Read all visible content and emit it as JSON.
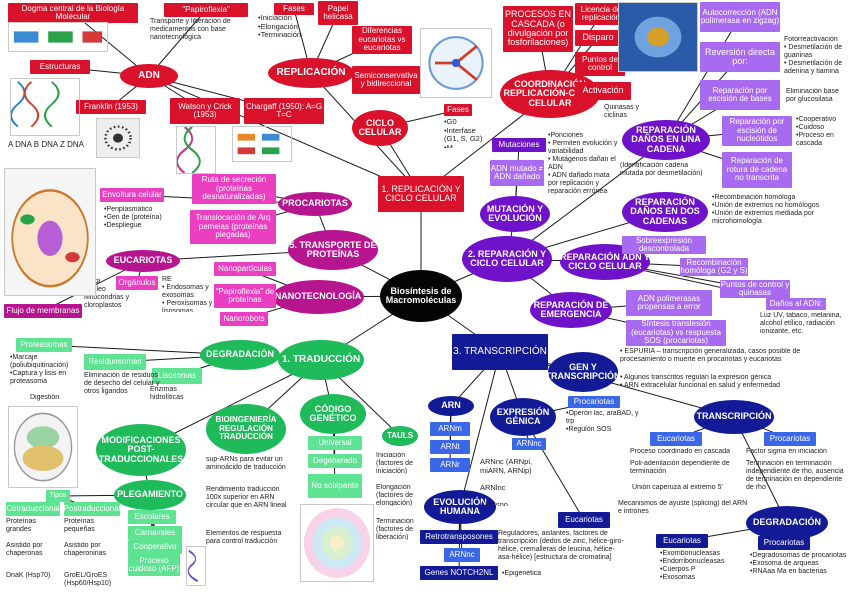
{
  "colors": {
    "red": "#d9112a",
    "purple": "#6f12c9",
    "lilac": "#a86af0",
    "magenta": "#b7148f",
    "pink": "#ea3fc0",
    "green": "#1fba5a",
    "lightgreen": "#5ee393",
    "navy": "#131a96",
    "blue": "#3a66e8",
    "black": "#050505",
    "line": "#1a1a1a"
  },
  "center": {
    "label": "Biosíntesis de Macromoléculas"
  },
  "section1": {
    "title": "1. REPLICACIÓN Y CICLO CELULAR",
    "adn": "ADN",
    "dogma": "Dogma central de la Biología Molecular",
    "papiroflexia": "\"Papiroflexia\"",
    "papiroflexia_note": "Transporte y liberación de medicamentos con base nanotecnológica",
    "estructuras": "Estructuras",
    "dna_forms": "A DNA   B DNA   Z DNA",
    "franklin": "Franklin (1953)",
    "watson": "Watson y Crick (1953)",
    "chargaff": "Chargaff (1950): A=G  T=C",
    "replicacion": "REPLICACIÓN",
    "fases": "Fases",
    "fases_list": "•Iniciación\n•Elongación\n•Terminación",
    "papel": "Papel helicasa",
    "diferencias": "Diferencias eucariotas vs eucariotas",
    "semiconservativa": "Semiconservativa y bidireccional",
    "ciclo": "CICLO CELULAR",
    "ciclo_fases": "Fases",
    "ciclo_list": "•G0\n•Interfase\n(G1, S, G2)\n•M",
    "procesos": "PROCESOS EN CASCADA (o divulgación por fosforilaciones)",
    "coordinacion": "COORDINACIÓN REPLICACIÓN-CICLO CELULAR",
    "licencia": "Licencia de replicación",
    "disparo": "Disparo",
    "puntos": "Puntos de control",
    "activacion": "Activación",
    "quinasas": "Quinasas y ciclinas",
    "autocorreccion": "Autocorrección (ADN polimerasa en zigzag)",
    "reversion": "Reversión directa por:",
    "reversion_note": "Fotorreactivación\n• Desmetilación de guaninas\n• Desmetilación de adenina y tiamina",
    "reparacion_bases": "Reparación por escisión de bases",
    "reparacion_bases_note": "Eliminación base por glucosilasa"
  },
  "section2": {
    "title": "2. REPARACIÓN Y CICLO CELULAR",
    "mutaciones": "Mutaciones",
    "mutaciones_note": "•Ponciones\n• Permiten evolución y variabilidad\n• Mutágenos dañan el ADN\n• ADN dañado mata por replicación y reparación errónea",
    "adn_mutado": "ADN mutado ≠ ADN dañado",
    "mutacion_evol": "MUTACIÓN Y EVOLUCIÓN",
    "una_cadena": "REPARACIÓN DAÑOS EN UNA CADENA",
    "una_cadena_note": "(Identificación cadena mutada por desmetilación)",
    "escision_nucleotidos": "Reparación por escisión de nucleótidos",
    "escision_note": "•Cooperativo\n•Cuidoso\n•Proceso en cascada",
    "rotura": "Reparación de rotura de cadena no transcrita",
    "dos_cadenas": "REPARACIÓN DAÑOS EN DOS CADENAS",
    "dos_cadenas_note": "•Recombinación homóloga\n•Unión de extremos no homólogos\n•Unión de extremos mediada por microhomología",
    "rep_adn_ciclo": "REPARACIÓN ADN Y CICLO CELULAR",
    "sobreexpresion": "Sobreexpresión descontrolada",
    "recombinacion": "Recombinación homóloga (G2 y S)",
    "puntos_control": "Puntos de control y quinasas",
    "danos_adn": "Daños al ADN:",
    "danos_note": "Luz UV, tabaco, melanina, alcohol etílico, radiación ionizante, etc.",
    "emergencia": "REPARACIÓN DE EMERGENCIA",
    "polimerasas": "ADN polimerasas propensas a error",
    "sintesis": "Síntesis translesión (eucariotas) vs respuesta SOS (procariotas)"
  },
  "section3": {
    "title": "3. TRANSCRIPCIÓN",
    "gen": "GEN Y TRANSCRIPCIÓN",
    "gen_note": "• ESPURIA – transcripción generalizada, casos posible de procesamiento o muerte en procariotas y eucariotas",
    "gen_note2": "• Algunos transcritos regulan la expresión génica\n• ARN extracelular funcional en salud y enfermedad",
    "arn": "ARN",
    "arnm": "ARNm",
    "arnt": "ARNt",
    "arnr": "ARNr",
    "arn_types": "ARNnc (ARNpi, miARN, ARNip)\n\nARNlnc\n\nARNsno",
    "expresion": "EXPRESIÓN GÉNICA",
    "procariotas": "Procariotas",
    "procariotas_note": "•Operón lac, araBAD, y trp\n•Regulón SOS",
    "arnnc": "ARNnc",
    "eucariotas": "Eucariotas",
    "eucariotas_note": "Reguladores, aislantes, factores de transcripción (dedos de zinc, hélice-giro-hélice, cremalleras de leucina, hélice-asa-hélice) [estructura de cromatina]",
    "epigenetica": "•Epigenética",
    "evolucion": "EVOLUCIÓN HUMANA",
    "retrotransposones": "Retrotransposones",
    "arnnc2": "ARNnc",
    "genes": "Genes NOTCH2NL",
    "transcripcion": "TRANSCRIPCIÓN",
    "tx_euc": "Eucariotas",
    "tx_proc": "Procariotas",
    "tx_euc_note": "Proceso coordinado en cascada",
    "tx_proc_note": "Factor sigma en iniciación",
    "tx_euc_note2": "Poli-adenilación dependiente de terminación",
    "tx_proc_note2": "Terminación en terminación independiente de rho, ausencia de terminación en dependiente de rho",
    "union": "Unión caperuza al extremo 5'",
    "mecanismos": "Mecanismos de ayuste (splicing) del ARN e intrones",
    "degradacion": "DEGRADACIÓN",
    "deg_euc": "Eucariotas",
    "deg_proc": "Procariotas",
    "deg_euc_note": "•Exorribonucleasas\n•Endorribonucleasas\n•Cuerpos P\n•Exosomas",
    "deg_proc_note": "•Degradosomas de procariotas\n•Exosoma de arqueas\n•RNAaa Ma en bacterias"
  },
  "section1b": {
    "traduccion": "1. TRADUCCIÓN",
    "codigo": "CÓDIGO GENÉTICO",
    "universal": "Universal",
    "degenerado": "Degenerado",
    "no_solapante": "No solapante",
    "bioingenieria": "BIOINGENIERÍA REGULACIÓN TRADUCCIÓN",
    "bio_note": "sup-ARNs para evitar un aminoácido de traducción",
    "rendimiento": "Rendimiento traducción 100x superior en ARN circular que en ARN lineal",
    "elementos": "Elementos de respuesta para control traducción",
    "tauls": "TAULS",
    "iniciacion": "Iniciación (factores de iniciación)",
    "elongacion": "Elongación (factores de elongación)",
    "terminacion": "Terminación (factores de liberación)",
    "degradacion": "DEGRADACIÓN",
    "proteasomas": "Proteasomas",
    "proteasomas_note": "•Marcaje (poliubiquitinación)\n•Captura y lisis en proteasoma",
    "digestion": "Digestión",
    "residuosomas": "Residuosomas",
    "residuosomas_note": "Eliminación de residuos de desecho del celular y otros ligandos",
    "lisosomas": "Lisosomas",
    "lisosomas_note": "Enzimas hidrolíticas",
    "modificaciones": "MODIFICACIONES POST-TRADUCCIONALES",
    "plegamiento": "PLEGAMIENTO",
    "tipos": "Tipos",
    "cotraduccional": "Cotraduccional",
    "cotraduccional_note": "Proteínas grandes",
    "postraduccional": "Postraduccional",
    "postraduccional_note": "Proteínas pequeñas",
    "asistido": "Asistido por chaperonas",
    "asistido2": "Asistido por chaperoninas",
    "dnak": "DnaK (Hsp70)",
    "groel": "GroEL/GroES (Hsp60/Hsp10)",
    "escolares": "Escolares",
    "carnavales": "Carnavales",
    "cooperativo": "Cooperativo",
    "proceso": "Proceso cuidoso (AFP)"
  },
  "section5": {
    "title": "5. TRANSPORTE DE PROTEÍNAS",
    "procariotas": "PROCARIOTAS",
    "eucariotas": "EUCARIOTAS",
    "envoltura": "Envoltura celular",
    "envoltura_note": "•Periplasmático\n•Gen de (proteína)\n•Despliegue",
    "ruta": "Ruta de secreción (proteínas desnaturalizadas)",
    "translocacion": "Translocación de Arq pemeias (proteínas plegadas)",
    "organulos": "Orgánulos",
    "organulos_note": "RE\n• Endosomas y exosomas\n• Peroxisomas y lisosomas",
    "organulos_left": "Golgi\nNúcleo\nMitocondrias y cloroplastos",
    "flujo": "Flujo de membranas"
  },
  "section4": {
    "title": "NANOTECNOLOGÍA",
    "nanoparticulas": "Nanopartículas",
    "papiroflexia": "\"Papiroflexia\" de proteínas",
    "nanorobots": "Nanorobots"
  }
}
